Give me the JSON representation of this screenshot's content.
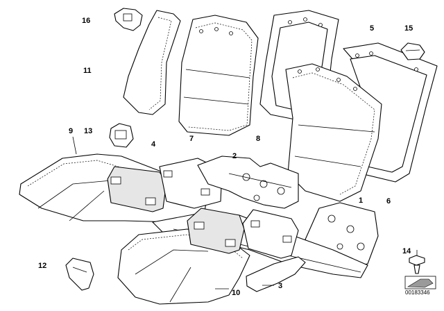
{
  "callouts": {
    "c1": "1",
    "c2": "2",
    "c3": "3",
    "c4": "4",
    "c5": "5",
    "c6": "6",
    "c7": "7",
    "c8": "8",
    "c9": "9",
    "c10": "10",
    "c11": "11",
    "c12": "12",
    "c13": "13",
    "c14": "14",
    "c15": "15",
    "c16": "16"
  },
  "document_number": "00183346"
}
